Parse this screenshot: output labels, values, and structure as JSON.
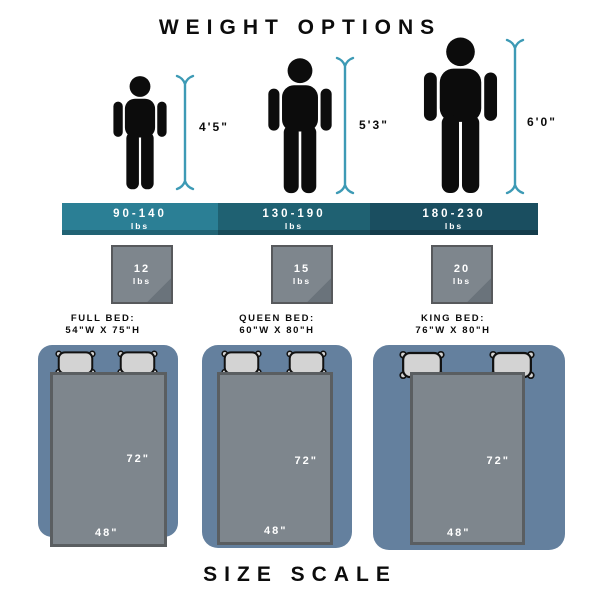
{
  "header": {
    "title": "WEIGHT OPTIONS"
  },
  "footer": {
    "title": "SIZE SCALE"
  },
  "columns": [
    {
      "person_height": "4'5\"",
      "weight_range": "90-140",
      "weight_unit": "lbs",
      "blanket_weight": "12",
      "blanket_weight_unit": "lbs",
      "bed_label": "FULL BED:",
      "bed_dimensions": "54\"W X 75\"H",
      "blanket_length_label": "72\"",
      "blanket_width_label": "48\""
    },
    {
      "person_height": "5'3\"",
      "weight_range": "130-190",
      "weight_unit": "lbs",
      "blanket_weight": "15",
      "blanket_weight_unit": "lbs",
      "bed_label": "QUEEN BED:",
      "bed_dimensions": "60\"W X 80\"H",
      "blanket_length_label": "72\"",
      "blanket_width_label": "48\""
    },
    {
      "person_height": "6'0\"",
      "weight_range": "180-230",
      "weight_unit": "lbs",
      "blanket_weight": "20",
      "blanket_weight_unit": "lbs",
      "bed_label": "KING BED:",
      "bed_dimensions": "76\"W X 80\"H",
      "blanket_length_label": "72\"",
      "blanket_width_label": "48\""
    }
  ],
  "colors": {
    "ink": "#0c0c0c",
    "bar_segment_1": "#2b7f95",
    "bar_segment_2": "#1f6172",
    "bar_segment_3": "#1a4e60",
    "bracket_teal": "#3d9ab5",
    "bed_blue": "#64809e",
    "blanket_gray": "#7e868d",
    "blanket_border": "#5a5e61",
    "square_fill": "#7e868d",
    "square_border": "#57595c",
    "square_fold": "#6a737b",
    "pillow_gray": "#d3d3d3"
  }
}
